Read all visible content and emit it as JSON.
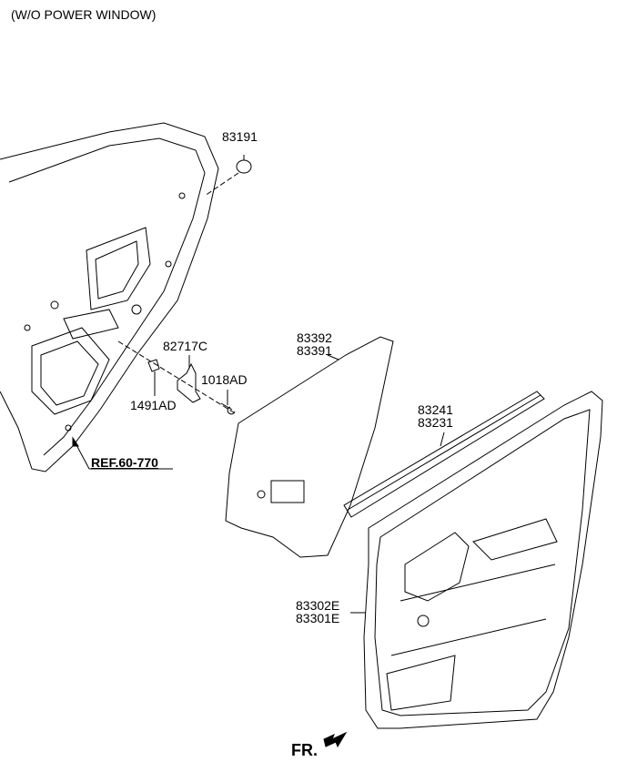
{
  "title": "(W/O POWER WINDOW)",
  "parts": {
    "p83191": "83191",
    "p82717C": "82717C",
    "p1018AD": "1018AD",
    "p1491AD": "1491AD",
    "p83392": "83392",
    "p83391": "83391",
    "p83241": "83241",
    "p83231": "83231",
    "p83302E": "83302E",
    "p83301E": "83301E"
  },
  "reference": "REF.60-770",
  "direction": "FR."
}
